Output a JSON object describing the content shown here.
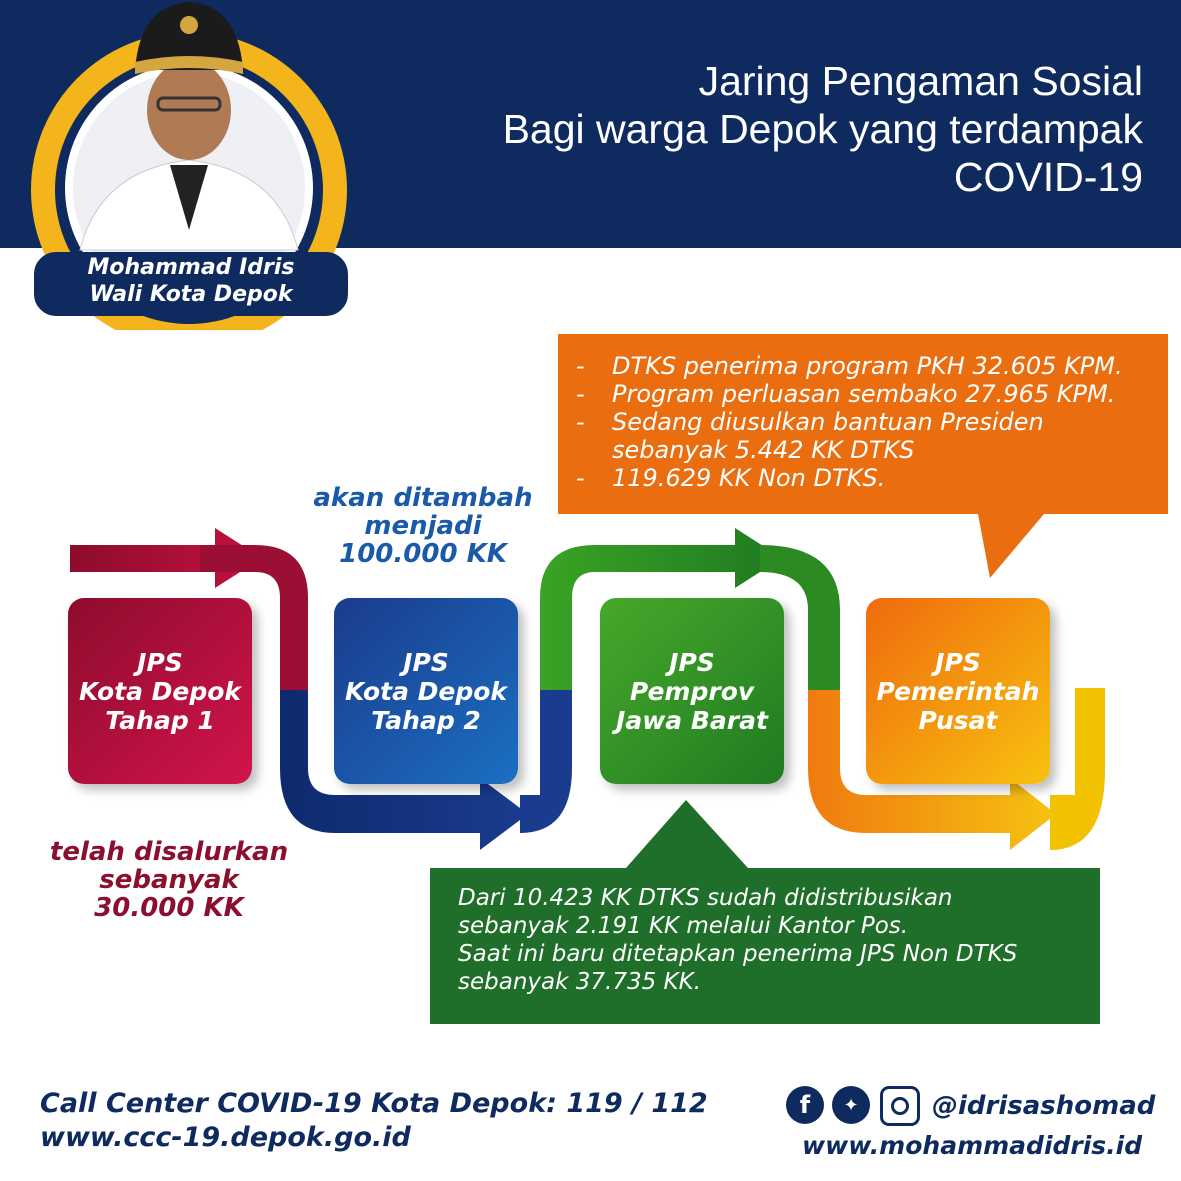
{
  "header": {
    "title_lines": [
      "Jaring Pengaman Sosial",
      "Bagi warga Depok yang terdampak",
      "COVID-19"
    ],
    "name": "Mohammad Idris",
    "role": "Wali Kota Depok"
  },
  "stages": [
    {
      "lines": [
        "JPS",
        "Kota Depok",
        "Tahap 1"
      ],
      "color": "#b5123e"
    },
    {
      "lines": [
        "JPS",
        "Kota Depok",
        "Tahap 2"
      ],
      "color": "#1a4fa0"
    },
    {
      "lines": [
        "JPS",
        "Pemprov",
        "Jawa Barat"
      ],
      "color": "#3a9a22"
    },
    {
      "lines": [
        "JPS",
        "Pemerintah",
        "Pusat"
      ],
      "color": "#f08a0c"
    }
  ],
  "notes": {
    "top": [
      "akan ditambah",
      "menjadi",
      "100.000 KK"
    ],
    "bottom": [
      "telah disalurkan",
      "sebanyak",
      "30.000 KK"
    ]
  },
  "orange_box": {
    "bullets": [
      "DTKS  penerima program PKH 32.605 KPM.",
      "Program perluasan sembako 27.965 KPM.",
      "Sedang diusulkan bantuan Presiden sebanyak 5.442 KK DTKS",
      "119.629 KK Non DTKS."
    ],
    "line3b": "sebanyak 5.442 KK DTKS",
    "line3a": "Sedang diusulkan bantuan Presiden",
    "dash": "-"
  },
  "green_box": {
    "lines": [
      "Dari 10.423 KK DTKS sudah didistribusikan",
      "sebanyak 2.191 KK melalui Kantor Pos.",
      "Saat ini baru ditetapkan penerima JPS Non DTKS",
      "sebanyak 37.735 KK."
    ]
  },
  "footer": {
    "call_center": "Call Center COVID-19 Kota Depok: 119 / 112",
    "website": "www.ccc-19.depok.go.id",
    "handle": "@idrisashomad",
    "personal_site": "www.mohammadidris.id",
    "social_icons": [
      "facebook-icon",
      "twitter-icon",
      "instagram-icon"
    ]
  },
  "colors": {
    "navy": "#0e2a5e",
    "gold": "#f3b51b",
    "maroon": "#8b0f2e",
    "blue_note": "#1a5aa8",
    "orange": "#ea6e10",
    "green": "#1f6e2a"
  }
}
